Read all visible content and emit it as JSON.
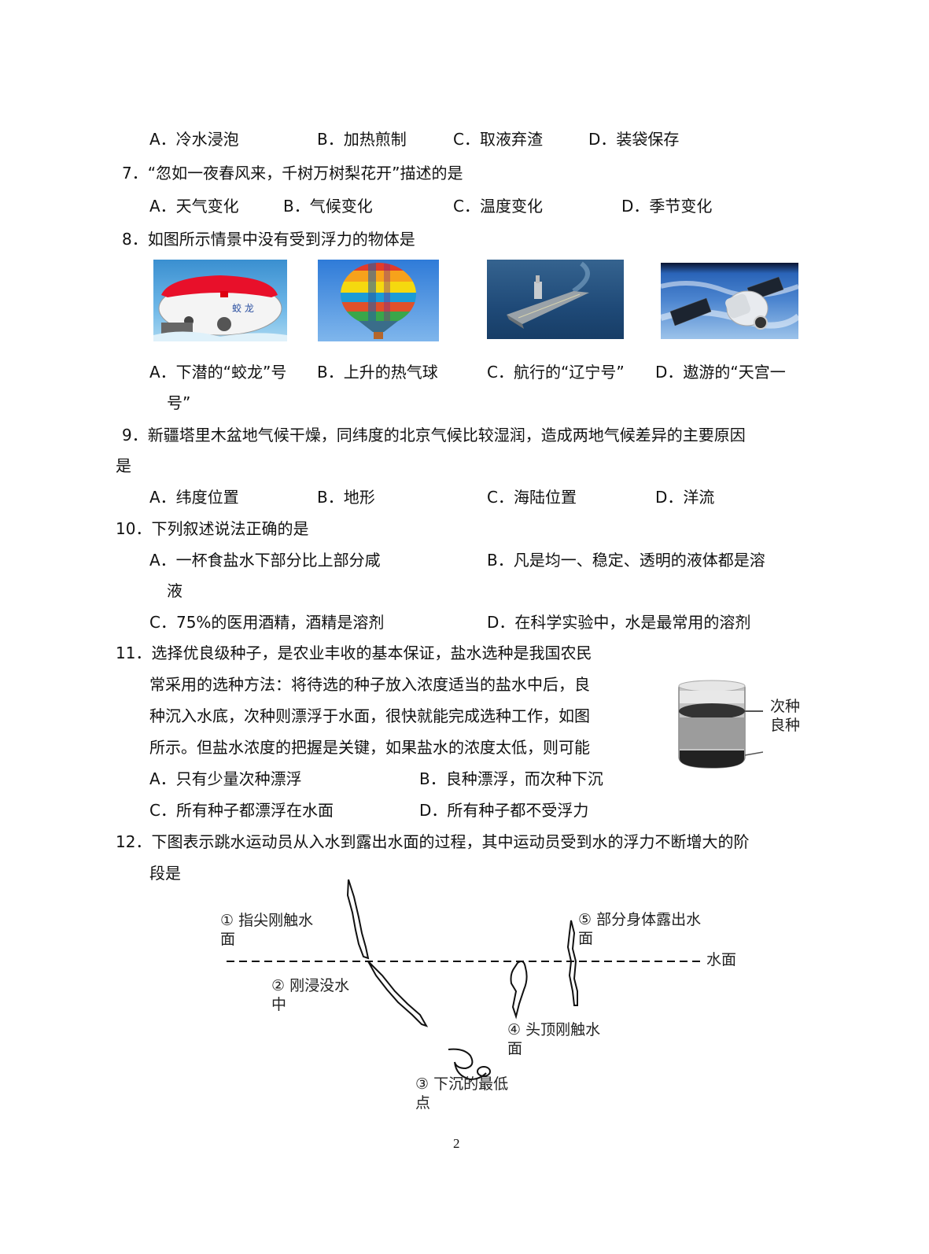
{
  "q6": {
    "options": [
      "A．冷水浸泡",
      "B．加热煎制",
      "C．取液弃渣",
      "D．装袋保存"
    ]
  },
  "q7": {
    "stem": "7．“忽如一夜春风来，千树万树梨花开”描述的是",
    "options": [
      "A．天气变化",
      "B．气候变化",
      "C．温度变化",
      "D．季节变化"
    ]
  },
  "q8": {
    "stem": "8．如图所示情景中没有受到浮力的物体是",
    "images": [
      "submersible-jiaolong",
      "hot-air-balloon",
      "aircraft-carrier-liaoning",
      "space-station-tiangong"
    ],
    "options": [
      "A．下潜的“蛟龙”号",
      "B．上升的热气球",
      "C．航行的“辽宁号”",
      "D．遨游的“天宫一"
    ],
    "option_d_wrap": "号”"
  },
  "q9": {
    "stem_line1": "9．新疆塔里木盆地气候干燥，同纬度的北京气候比较湿润，造成两地气候差异的主要原因",
    "stem_line2": "是",
    "options": [
      "A．纬度位置",
      "B．地形",
      "C．海陆位置",
      "D．洋流"
    ]
  },
  "q10": {
    "stem": "10．下列叙述说法正确的是",
    "options": [
      "A．一杯食盐水下部分比上部分咸",
      "B．凡是均一、稳定、透明的液体都是溶",
      "C．75%的医用酒精，酒精是溶剂",
      "D．在科学实验中，水是最常用的溶剂"
    ],
    "option_b_wrap": "液"
  },
  "q11": {
    "stem_lines": [
      "11．选择优良级种子，是农业丰收的基本保证，盐水选种是我国农民",
      "常采用的选种方法：将待选的种子放入浓度适当的盐水中后，良",
      "种沉入水底，次种则漂浮于水面，很快就能完成选种工作，如图",
      "所示。但盐水浓度的把握是关键，如果盐水的浓度太低，则可能"
    ],
    "figure_labels": [
      "次种",
      "良种"
    ],
    "options": [
      "A．只有少量次种漂浮",
      "B．良种漂浮，而次种下沉",
      "C．所有种子都漂浮在水面",
      "D．所有种子都不受浮力"
    ]
  },
  "q12": {
    "stem_line1": "12．下图表示跳水运动员从入水到露出水面的过程，其中运动员受到水的浮力不断增大的阶",
    "stem_line2": "段是",
    "figure": {
      "water_label": "水面",
      "stages": [
        {
          "l1": "① 指尖刚触水",
          "l2": "面"
        },
        {
          "l1": "② 刚浸没水",
          "l2": "中"
        },
        {
          "l1": "③ 下沉的最低",
          "l2": "点"
        },
        {
          "l1": "④ 头顶刚触水",
          "l2": "面"
        },
        {
          "l1": "⑤ 部分身体露出水",
          "l2": "面"
        }
      ]
    }
  },
  "page_number": "2",
  "colors": {
    "text": "#111111",
    "sea": "#2a5f9a",
    "sky": "#3f83d6",
    "sub_red": "#e8102a"
  }
}
